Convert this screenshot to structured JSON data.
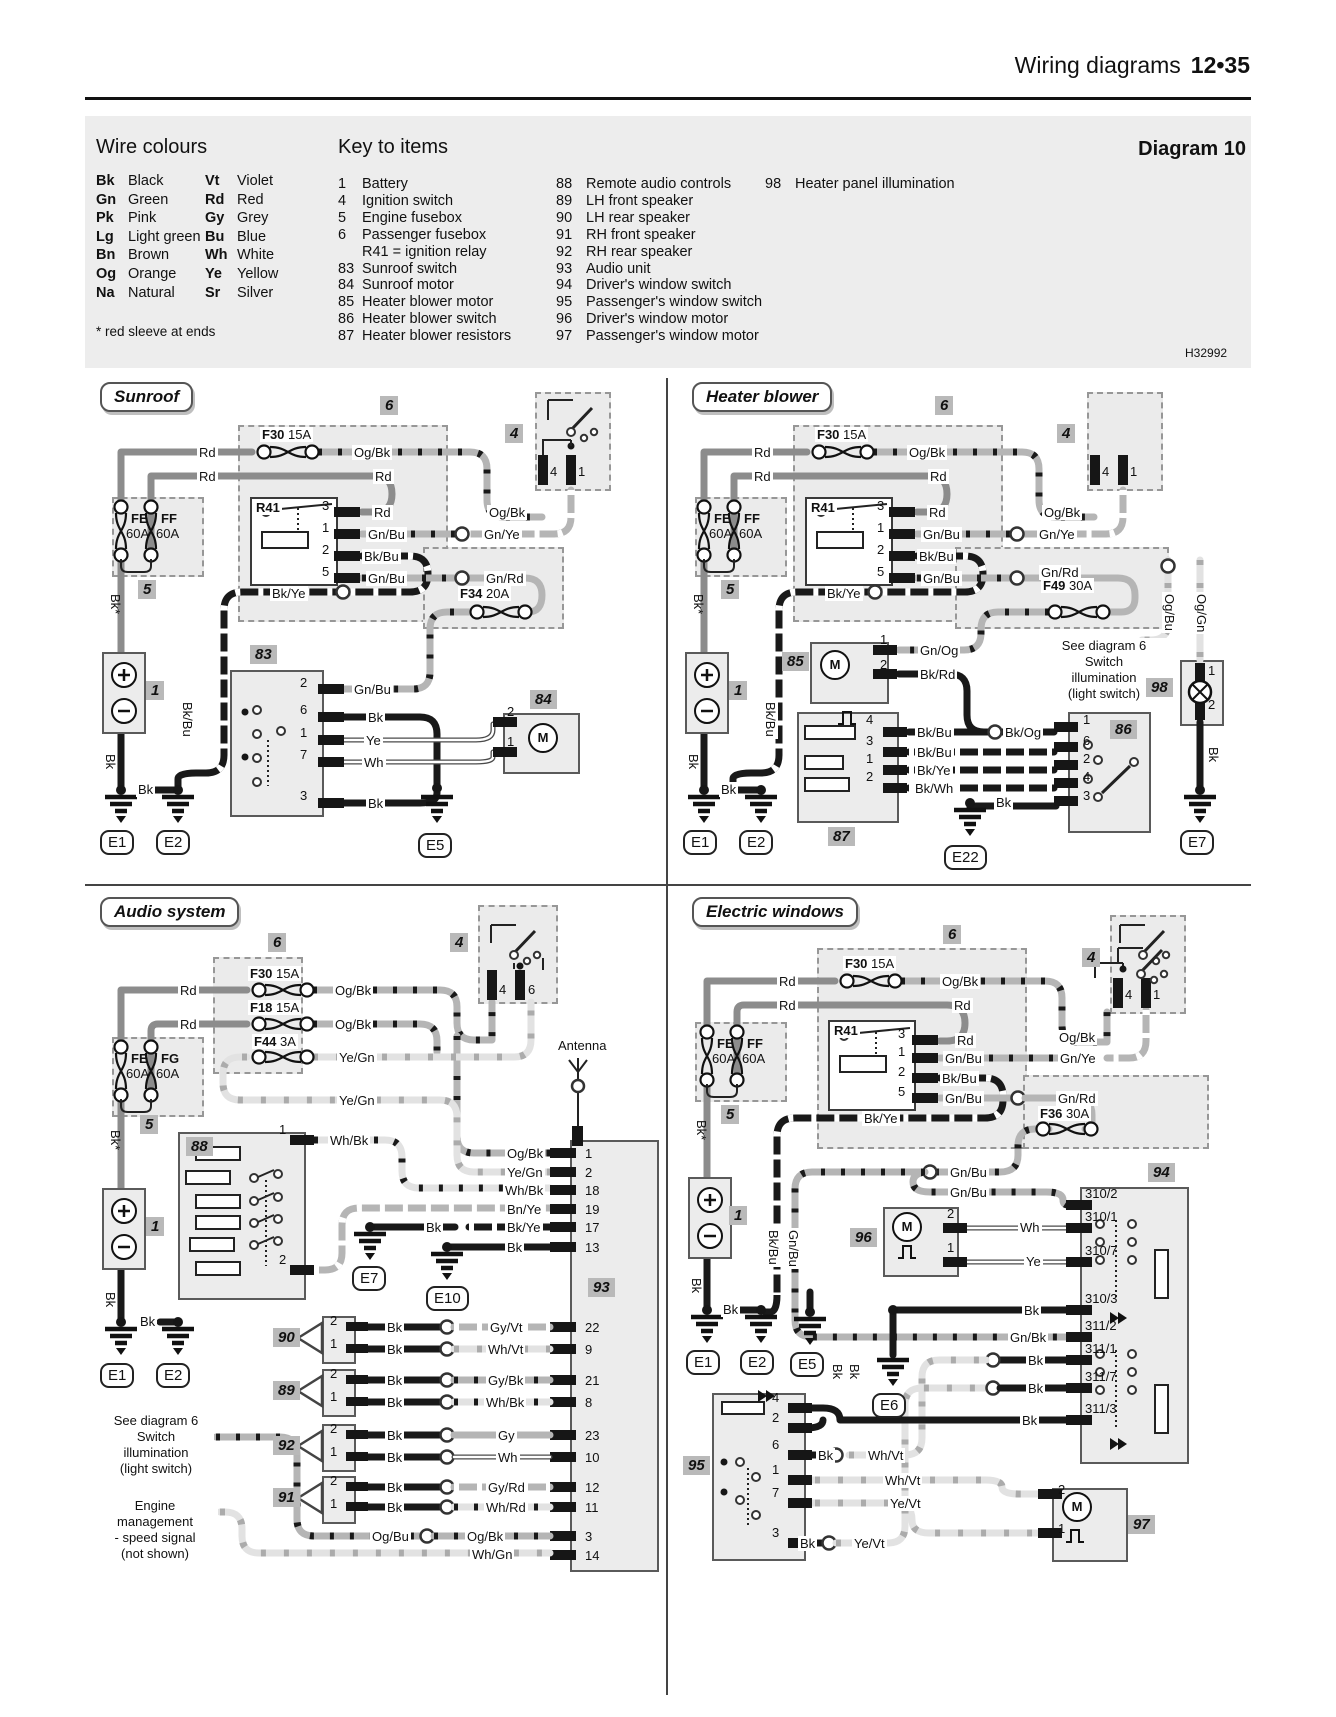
{
  "page": {
    "header": "Wiring diagrams",
    "page_no": "12•35",
    "diagram": "Diagram 10",
    "code": "H32992"
  },
  "legend": {
    "wire_title": "Wire colours",
    "col1": [
      {
        "c": "Bk",
        "n": "Black"
      },
      {
        "c": "Gn",
        "n": "Green"
      },
      {
        "c": "Pk",
        "n": "Pink"
      },
      {
        "c": "Lg",
        "n": "Light green"
      },
      {
        "c": "Bn",
        "n": "Brown"
      },
      {
        "c": "Og",
        "n": "Orange"
      },
      {
        "c": "Na",
        "n": "Natural"
      }
    ],
    "col2": [
      {
        "c": "Vt",
        "n": "Violet"
      },
      {
        "c": "Rd",
        "n": "Red"
      },
      {
        "c": "Gy",
        "n": "Grey"
      },
      {
        "c": "Bu",
        "n": "Blue"
      },
      {
        "c": "Wh",
        "n": "White"
      },
      {
        "c": "Ye",
        "n": "Yellow"
      },
      {
        "c": "Sr",
        "n": "Silver"
      }
    ],
    "note": "* red sleeve at ends",
    "key_title": "Key to items",
    "k1": [
      {
        "i": "1",
        "n": "Battery"
      },
      {
        "i": "4",
        "n": "Ignition switch"
      },
      {
        "i": "5",
        "n": "Engine fusebox"
      },
      {
        "i": "6",
        "n": "Passenger fusebox"
      },
      {
        "i": "",
        "n": "R41   =   ignition relay"
      },
      {
        "i": "83",
        "n": "Sunroof switch"
      },
      {
        "i": "84",
        "n": "Sunroof motor"
      },
      {
        "i": "85",
        "n": "Heater blower motor"
      },
      {
        "i": "86",
        "n": "Heater blower switch"
      },
      {
        "i": "87",
        "n": "Heater blower resistors"
      }
    ],
    "k2": [
      {
        "i": "88",
        "n": "Remote audio controls"
      },
      {
        "i": "89",
        "n": "LH front speaker"
      },
      {
        "i": "90",
        "n": "LH rear speaker"
      },
      {
        "i": "91",
        "n": "RH front speaker"
      },
      {
        "i": "92",
        "n": "RH rear speaker"
      },
      {
        "i": "93",
        "n": "Audio unit"
      },
      {
        "i": "94",
        "n": "Driver's window switch"
      },
      {
        "i": "95",
        "n": "Passenger's window switch"
      },
      {
        "i": "96",
        "n": "Driver's window motor"
      },
      {
        "i": "97",
        "n": "Passenger's window motor"
      }
    ],
    "k3": [
      {
        "i": "98",
        "n": "Heater panel illumination"
      }
    ]
  },
  "q": {
    "sunroof": "Sunroof",
    "heater": "Heater blower",
    "audio": "Audio system",
    "windows": "Electric windows"
  },
  "tag": {
    "t1": "1",
    "t4": "4",
    "t5": "5",
    "t6": "6",
    "t83": "83",
    "t84": "84",
    "t85": "85",
    "t86": "86",
    "t87": "87",
    "t88": "88",
    "t89": "89",
    "t90": "90",
    "t91": "91",
    "t92": "92",
    "t93": "93",
    "t94": "94",
    "t95": "95",
    "t96": "96",
    "t97": "97",
    "t98": "98"
  },
  "fuse": {
    "f30": "F30",
    "f30a": "15A",
    "f18": "F18",
    "f18a": "15A",
    "f44": "F44",
    "f44a": "3A",
    "f34": "F34",
    "f34a": "20A",
    "f49": "F49",
    "f49a": "30A",
    "f36": "F36",
    "f36a": "30A",
    "fe": "FE",
    "ff": "FF",
    "fg": "FG",
    "a60": "60A",
    "r41": "R41"
  },
  "w": {
    "rd": "Rd",
    "ogbk": "Og/Bk",
    "gnbu": "Gn/Bu",
    "gnye": "Gn/Ye",
    "bkbu": "Bk/Bu",
    "gnrd": "Gn/Rd",
    "bkye": "Bk/Ye",
    "bk": "Bk",
    "bkstar": "Bk*",
    "ye": "Ye",
    "wh": "Wh",
    "whbk": "Wh/Bk",
    "yegn": "Ye/Gn",
    "bnye": "Bn/Ye",
    "gyvt": "Gy/Vt",
    "whvt": "Wh/Vt",
    "gybk": "Gy/Bk",
    "gy": "Gy",
    "gyrd": "Gy/Rd",
    "whrd": "Wh/Rd",
    "ogbu": "Og/Bu",
    "whgn": "Wh/Gn",
    "gnog": "Gn/Og",
    "bkrd": "Bk/Rd",
    "bkog": "Bk/Og",
    "bkwh": "Bk/Wh",
    "oggn": "Og/Gn",
    "gnbk": "Gn/Bk",
    "yevt": "Ye/Vt"
  },
  "gnd": {
    "e1": "E1",
    "e2": "E2",
    "e5": "E5",
    "e6": "E6",
    "e7": "E7",
    "e10": "E10",
    "e22": "E22"
  },
  "pin": {
    "p1": "1",
    "p2": "2",
    "p3": "3",
    "p4": "4",
    "p5": "5",
    "p6": "6",
    "p7": "7",
    "p8": "8",
    "p9": "9",
    "p10": "10",
    "p11": "11",
    "p12": "12",
    "p13": "13",
    "p14": "14",
    "p17": "17",
    "p18": "18",
    "p19": "19",
    "p21": "21",
    "p22": "22",
    "p23": "23",
    "d3102": "310/2",
    "d3101": "310/1",
    "d3107": "310/7",
    "d3103": "310/3",
    "d3112": "311/2",
    "d3111": "311/1",
    "d3117": "311/7",
    "d3113": "311/3"
  },
  "note": {
    "see1": "See diagram 6",
    "see2": "Switch",
    "see3": "illumination",
    "see4": "(light switch)",
    "eng1": "Engine",
    "eng2": "management",
    "eng3": "- speed signal",
    "eng4": "(not shown)",
    "ant": "Antenna",
    "m": "M"
  }
}
